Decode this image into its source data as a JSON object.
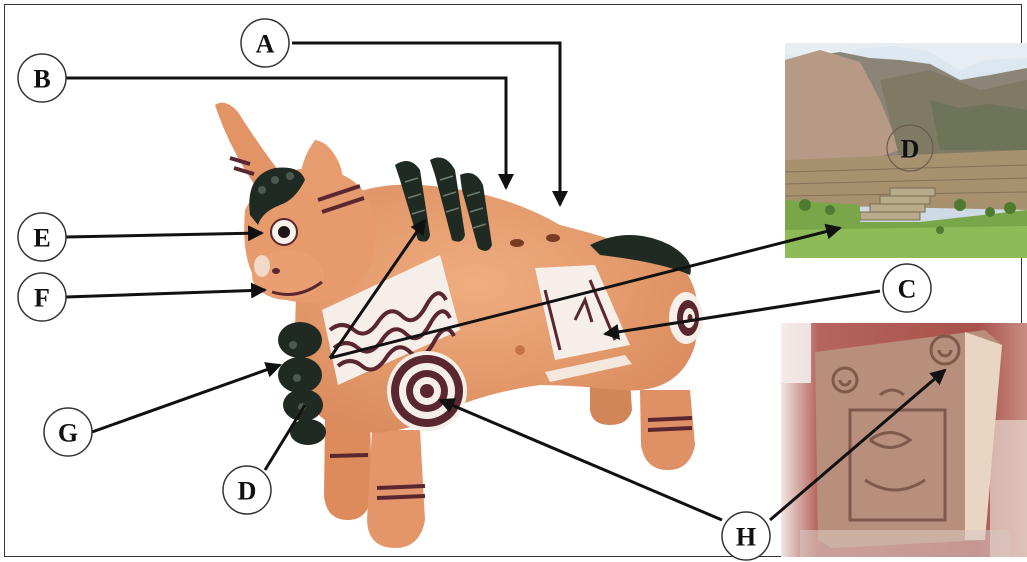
{
  "labels": {
    "A": "A",
    "B": "B",
    "C": "C",
    "D_top": "D",
    "D_bottom": "D",
    "E": "E",
    "F": "F",
    "G": "G",
    "H": "H"
  },
  "colors": {
    "clay": "#e69b6c",
    "clay_dark": "#c7774a",
    "glaze_black": "#1f2a22",
    "paint_brown": "#5a2630",
    "paint_white": "#f6efe9",
    "hill": "#8f7a6a",
    "grass": "#79a24a",
    "stone_wall": "#a68f6f",
    "museum_red": "#b5574f",
    "stela": "#b88e7c"
  }
}
